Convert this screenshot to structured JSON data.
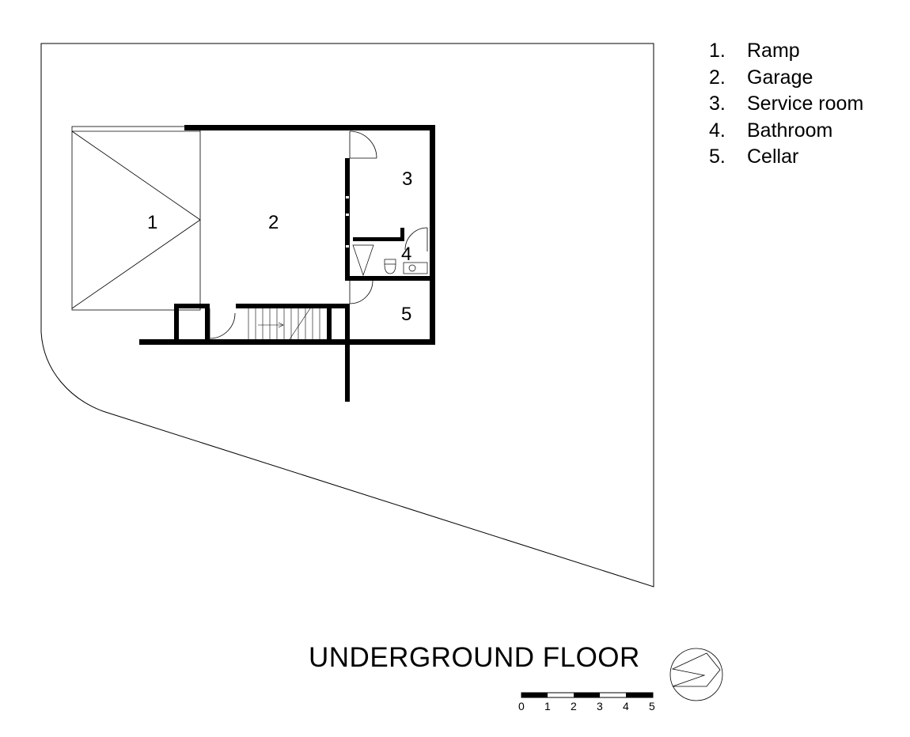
{
  "rooms": [
    {
      "number": "1",
      "name": "Ramp"
    },
    {
      "number": "2",
      "name": "Garage"
    },
    {
      "number": "3",
      "name": "Service room"
    },
    {
      "number": "4",
      "name": "Bathroom"
    },
    {
      "number": "5",
      "name": "Cellar"
    }
  ],
  "legend": [
    {
      "num": "1.",
      "label": "Ramp"
    },
    {
      "num": "2.",
      "label": "Garage"
    },
    {
      "num": "3.",
      "label": "Service room"
    },
    {
      "num": "4.",
      "label": "Bathroom"
    },
    {
      "num": "5.",
      "label": "Cellar"
    }
  ],
  "title": "UNDERGROUND FLOOR",
  "scale_bar": {
    "ticks": [
      "0",
      "1",
      "2",
      "3",
      "4",
      "5"
    ]
  },
  "icons": {
    "north_arrow": "north-arrow-icon"
  }
}
